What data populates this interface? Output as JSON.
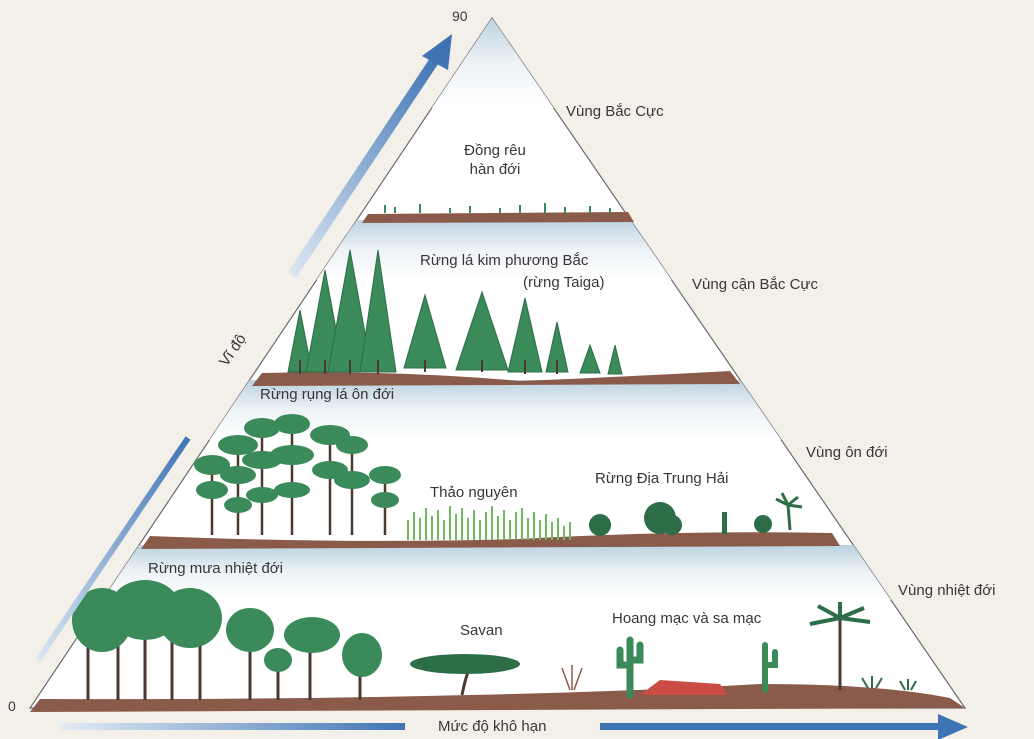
{
  "lat_axis": {
    "label": "Vĩ độ",
    "max": "90",
    "min": "0"
  },
  "dry_axis": {
    "label": "Mức độ khô hạn"
  },
  "zones": {
    "arctic": "Vùng Bắc Cực",
    "subarctic": "Vùng cận Bắc Cực",
    "temperate": "Vùng ôn đới",
    "tropical": "Vùng nhiệt đới"
  },
  "biomes": {
    "tundra": [
      "Đồng rêu",
      "hàn đới"
    ],
    "taiga": [
      "Rừng lá kim phương Bắc",
      "(rừng Taiga)"
    ],
    "deciduous": "Rừng rụng lá ôn đới",
    "steppe": "Thảo nguyên",
    "mediterranean": "Rừng Địa Trung Hải",
    "rainforest": "Rừng mưa nhiệt đới",
    "savanna": "Savan",
    "desert": "Hoang mạc và sa mạc"
  },
  "colors": {
    "sky": "#c9dbe6",
    "soil": "#8a5a4a",
    "tree": "#3a8a5a",
    "arrow": "#3f74b4"
  }
}
